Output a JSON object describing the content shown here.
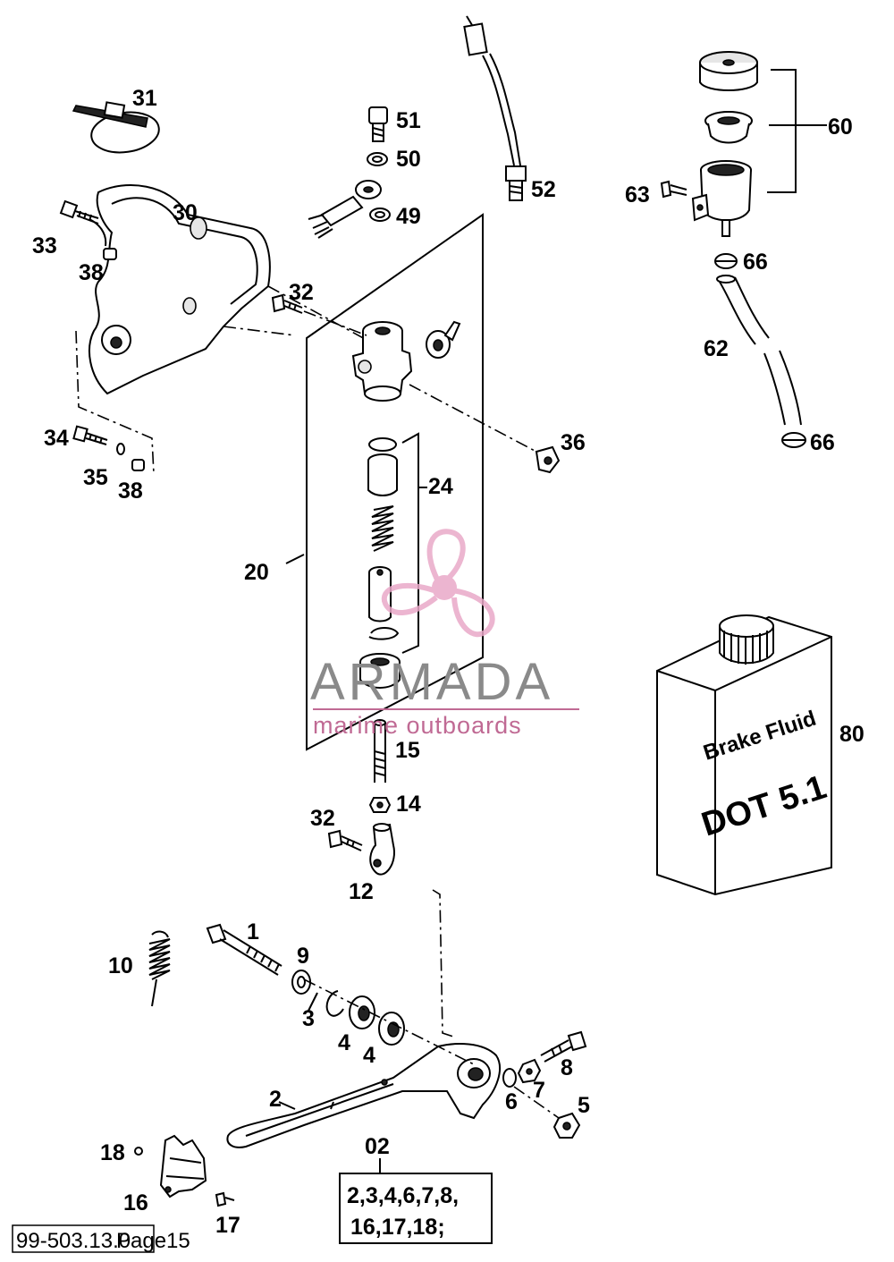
{
  "callouts": [
    {
      "id": "c31",
      "text": "31"
    },
    {
      "id": "c30",
      "text": "30"
    },
    {
      "id": "c33",
      "text": "33"
    },
    {
      "id": "c38a",
      "text": "38"
    },
    {
      "id": "c51",
      "text": "51"
    },
    {
      "id": "c50",
      "text": "50"
    },
    {
      "id": "c49",
      "text": "49"
    },
    {
      "id": "c52",
      "text": "52"
    },
    {
      "id": "c60",
      "text": "60"
    },
    {
      "id": "c63",
      "text": "63"
    },
    {
      "id": "c66a",
      "text": "66"
    },
    {
      "id": "c62",
      "text": "62"
    },
    {
      "id": "c66b",
      "text": "66"
    },
    {
      "id": "c32a",
      "text": "32"
    },
    {
      "id": "c34",
      "text": "34"
    },
    {
      "id": "c35",
      "text": "35"
    },
    {
      "id": "c38b",
      "text": "38"
    },
    {
      "id": "c36",
      "text": "36"
    },
    {
      "id": "c24",
      "text": "24"
    },
    {
      "id": "c20",
      "text": "20"
    },
    {
      "id": "c80",
      "text": "80"
    },
    {
      "id": "c15",
      "text": "15"
    },
    {
      "id": "c14",
      "text": "14"
    },
    {
      "id": "c32b",
      "text": "32"
    },
    {
      "id": "c12",
      "text": "12"
    },
    {
      "id": "c1",
      "text": "1"
    },
    {
      "id": "c9",
      "text": "9"
    },
    {
      "id": "c10",
      "text": "10"
    },
    {
      "id": "c3",
      "text": "3"
    },
    {
      "id": "c4a",
      "text": "4"
    },
    {
      "id": "c4b",
      "text": "4"
    },
    {
      "id": "c8",
      "text": "8"
    },
    {
      "id": "c7",
      "text": "7"
    },
    {
      "id": "c6",
      "text": "6"
    },
    {
      "id": "c5",
      "text": "5"
    },
    {
      "id": "c2",
      "text": "2"
    },
    {
      "id": "c02",
      "text": "02"
    },
    {
      "id": "c18",
      "text": "18"
    },
    {
      "id": "c16",
      "text": "16"
    },
    {
      "id": "c17",
      "text": "17"
    }
  ],
  "kit": {
    "line1": "2,3,4,6,7,8,",
    "line2": "16,17,18;"
  },
  "bottle": {
    "line1": "Brake Fluid",
    "line2": "DOT 5.1"
  },
  "watermark": {
    "title": "ARMADA",
    "subtitle": "marime outboards",
    "logo_color": "#e9a9c8",
    "text_color": "#8a8a8a",
    "sub_color": "#c06a94"
  },
  "footer": {
    "code": "99-503.13.0",
    "page": "Page15"
  }
}
